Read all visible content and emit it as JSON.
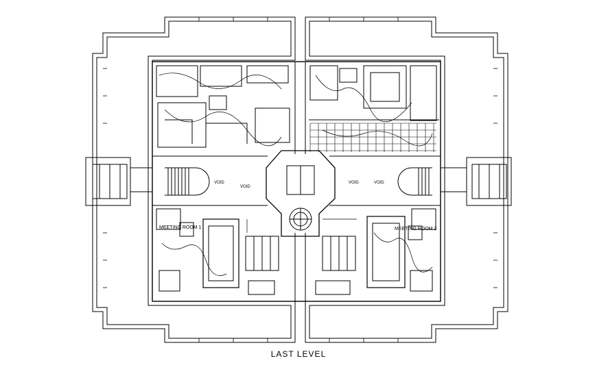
{
  "drawing": {
    "title": "LAST LEVEL",
    "labels": {
      "void_1": "VOID",
      "void_2": "VOID",
      "void_3": "VOID",
      "void_4": "VOID",
      "meeting_room_1": "MEETING ROOM 1",
      "meeting_room_2": "MEETING ROOM 2"
    },
    "colors": {
      "line": "#000000",
      "background": "#ffffff",
      "accent": "#1a2fa0"
    }
  }
}
